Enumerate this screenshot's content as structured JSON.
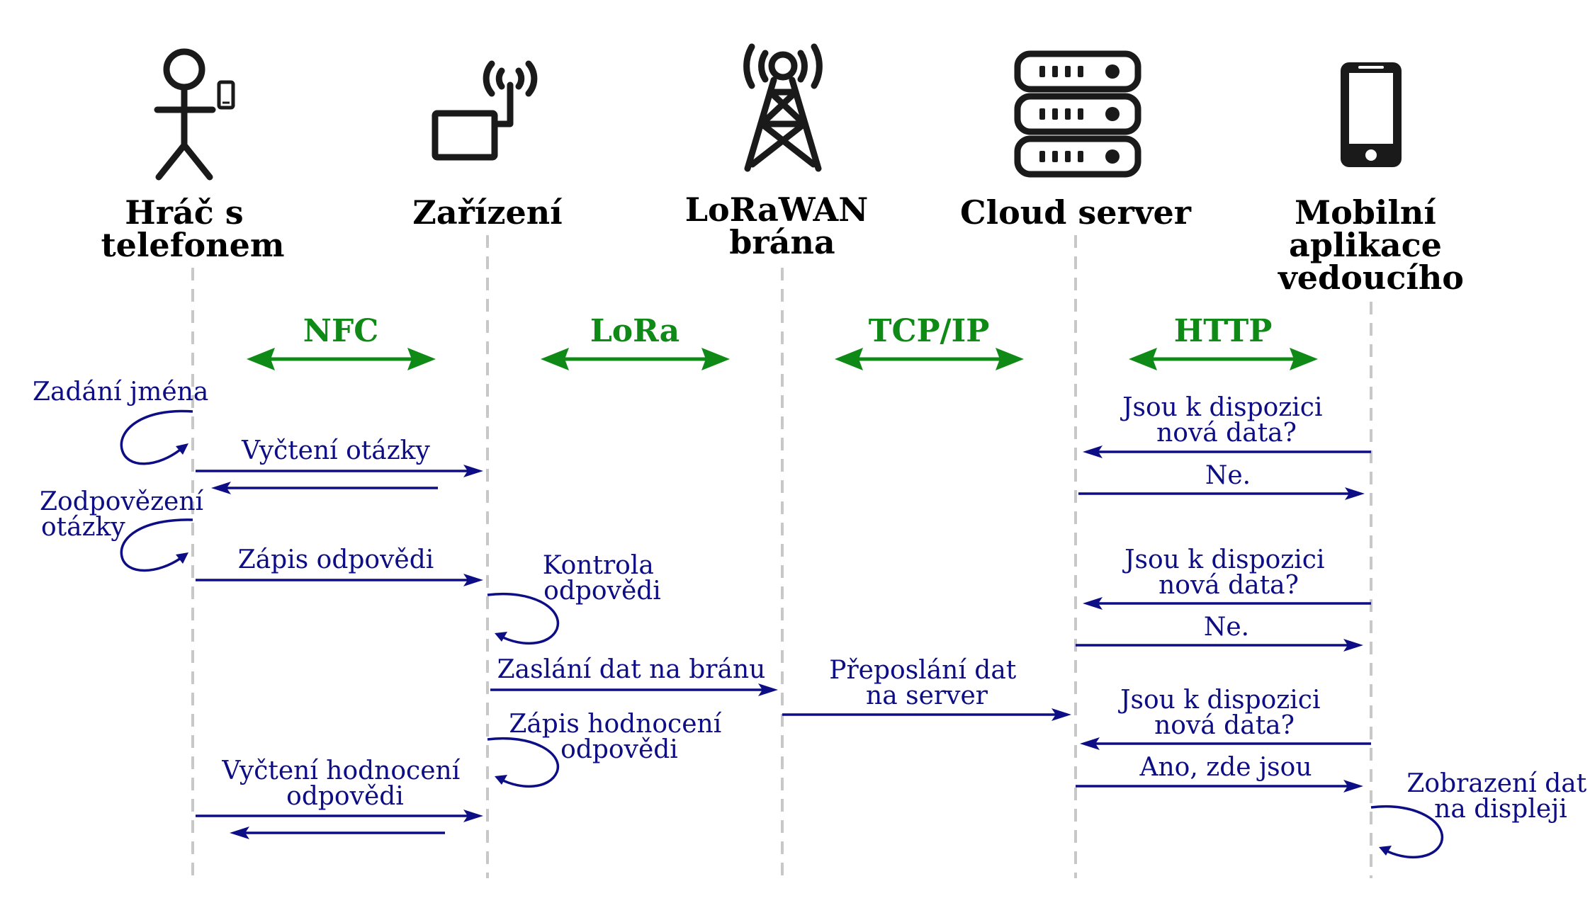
{
  "participants": [
    {
      "id": "player",
      "lines": [
        "Hráč s",
        "telefonem"
      ]
    },
    {
      "id": "device",
      "lines": [
        "Zařízení"
      ]
    },
    {
      "id": "gateway",
      "lines": [
        "LoRaWAN",
        "brána"
      ]
    },
    {
      "id": "cloud",
      "lines": [
        "Cloud server"
      ]
    },
    {
      "id": "app",
      "lines": [
        "Mobilní",
        "aplikace",
        "vedoucího"
      ]
    }
  ],
  "protocols": [
    {
      "id": "nfc",
      "label": "NFC"
    },
    {
      "id": "lora",
      "label": "LoRa"
    },
    {
      "id": "tcpip",
      "label": "TCP/IP"
    },
    {
      "id": "http",
      "label": "HTTP"
    }
  ],
  "messages": {
    "enter_name": [
      "Zadání jména"
    ],
    "read_question": [
      "Vyčtení otázky"
    ],
    "answer_question": [
      "Zodpovězení",
      "otázky"
    ],
    "write_answer": [
      "Zápis odpovědi"
    ],
    "check_answer": [
      "Kontrola",
      "odpovědi"
    ],
    "send_to_gateway": [
      "Zaslání dat na bránu"
    ],
    "forward_to_server": [
      "Přeposlání dat",
      "na server"
    ],
    "write_evaluation": [
      "Zápis hodnocení",
      "odpovědi"
    ],
    "read_evaluation": [
      "Vyčtení hodnocení",
      "odpovědi"
    ],
    "query_1": [
      "Jsou k dispozici",
      "nová data?"
    ],
    "reply_1": [
      "Ne."
    ],
    "query_2": [
      "Jsou k dispozici",
      "nová data?"
    ],
    "reply_2": [
      "Ne."
    ],
    "query_3": [
      "Jsou k dispozici",
      "nová data?"
    ],
    "reply_3": [
      "Ano, zde jsou"
    ],
    "display_data": [
      "Zobrazení dat",
      "na displeji"
    ]
  },
  "colors": {
    "message": "#0d0d85",
    "protocol": "#0f8a16",
    "lifeline": "#c8c8c8",
    "header": "#000000"
  },
  "icons": [
    "stick-figure-with-phone-icon",
    "device-antenna-icon",
    "lorawan-tower-icon",
    "server-rack-icon",
    "smartphone-icon"
  ]
}
